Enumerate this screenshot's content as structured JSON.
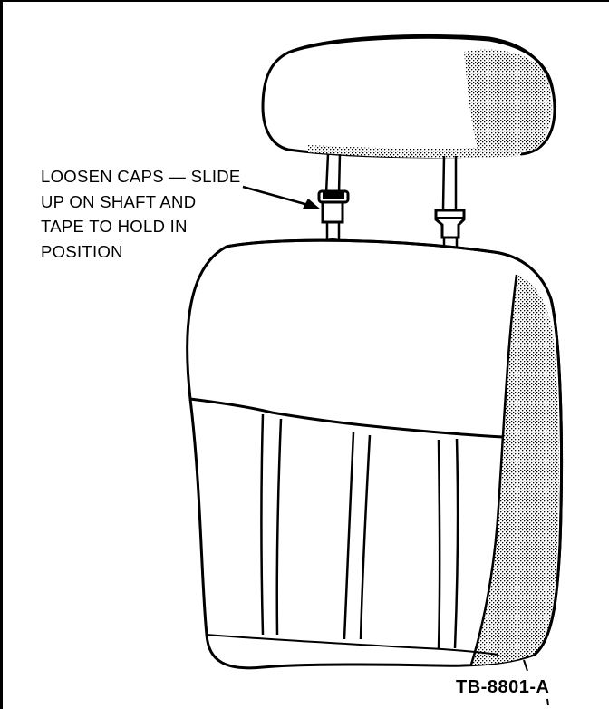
{
  "callout": {
    "line1": "LOOSEN CAPS — SLIDE",
    "line2": "UP ON SHAFT AND",
    "line3": "TAPE TO HOLD IN",
    "line4": "POSITION"
  },
  "figure_id": "TB-8801-A",
  "colors": {
    "ink": "#000000",
    "paper": "#ffffff",
    "shading": "#b0b0b0"
  }
}
